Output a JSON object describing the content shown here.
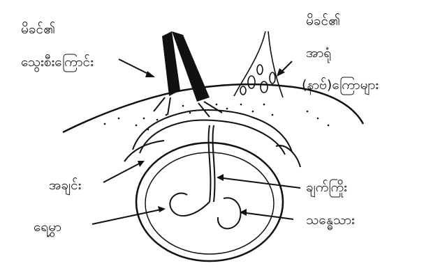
{
  "labels": {
    "maternal_blood_vessel_line1": "မိခင်၏",
    "maternal_blood_vessel_line2": "သွေးစီးကြောင်း",
    "maternal_nerve_line1": "မိခင်၏",
    "maternal_nerve_line2": "အာရုံ",
    "maternal_nerve_line3": "(နာဗ်)ကြောများ",
    "membrane": "အချင်း",
    "umbilical_cord": "ချက်ကြိုး",
    "fluid": "ရေမွှာ",
    "fetus": "သန္ဓေသား"
  },
  "colors": {
    "ink": "#111111",
    "background": "#ffffff"
  }
}
